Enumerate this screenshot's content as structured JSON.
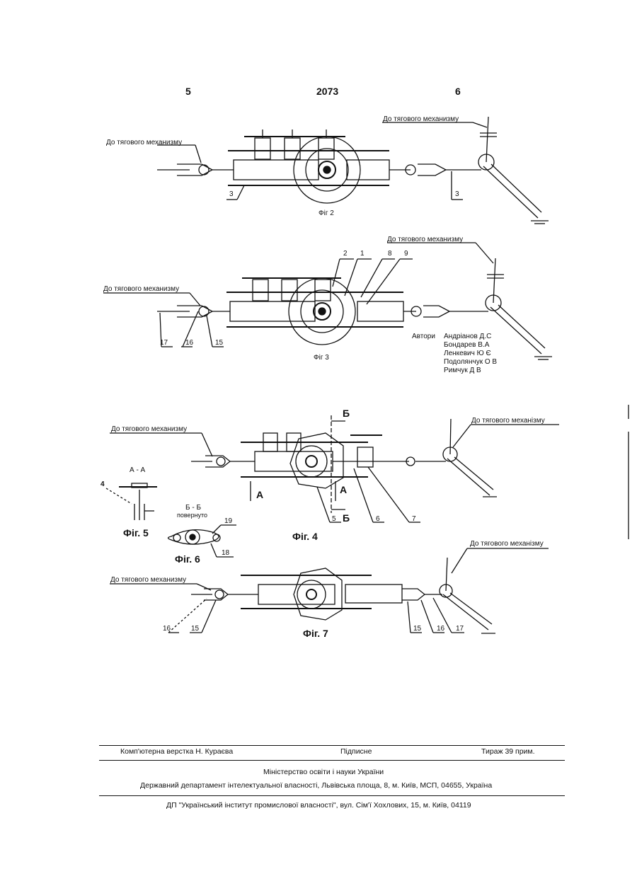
{
  "header": {
    "page_left": "5",
    "patent_no": "2073",
    "page_right": "6"
  },
  "fig2": {
    "caption": "Фіг 2",
    "label_left": "До тягового механизму",
    "label_right": "До тягового механизму",
    "num_left": "3",
    "num_right": "3"
  },
  "fig3": {
    "caption": "Фіг 3",
    "label_left": "До тягового механизму",
    "label_right": "До тягового механизму",
    "nums": [
      "2",
      "1",
      "8",
      "9",
      "17",
      "16",
      "15"
    ],
    "authors_label": "Автори",
    "authors": [
      "Андріанов Д.С",
      "Бондарев В.А",
      "Ленкевич Ю Є",
      "Подолянчук О В",
      "Римчук Д В"
    ]
  },
  "fig4": {
    "caption": "Фіг. 4",
    "label_left": "До тягового механизму",
    "label_right": "До тягового механізму",
    "section_b_top": "Б",
    "section_b_bottom": "Б",
    "section_a_left": "А",
    "section_a_right": "А",
    "nums": [
      "5",
      "6",
      "7"
    ]
  },
  "fig5": {
    "caption": "Фіг. 5",
    "title": "А - А",
    "num": "4"
  },
  "fig6": {
    "caption": "Фіг. 6",
    "title_line1": "Б - Б",
    "title_line2": "повернуто",
    "nums": [
      "19",
      "18"
    ]
  },
  "fig7": {
    "caption": "Фіг. 7",
    "label_left": "До тягового механизму",
    "label_right": "До тягового механізму",
    "nums_left": [
      "16",
      "15"
    ],
    "nums_right": [
      "15",
      "16",
      "17"
    ]
  },
  "footer": {
    "typesetter": "Комп'ютерна верстка Н. Кураєва",
    "signed": "Підписне",
    "print_run": "Тираж 39 прим.",
    "ministry": "Міністерство освіти і науки України",
    "department": "Державний департамент інтелектуальної власності, Львівська площа, 8, м. Київ, МСП, 04655, Україна",
    "institute": "ДП \"Український інститут промислової власності\", вул. Сім'ї Хохлових, 15, м. Київ, 04119"
  }
}
